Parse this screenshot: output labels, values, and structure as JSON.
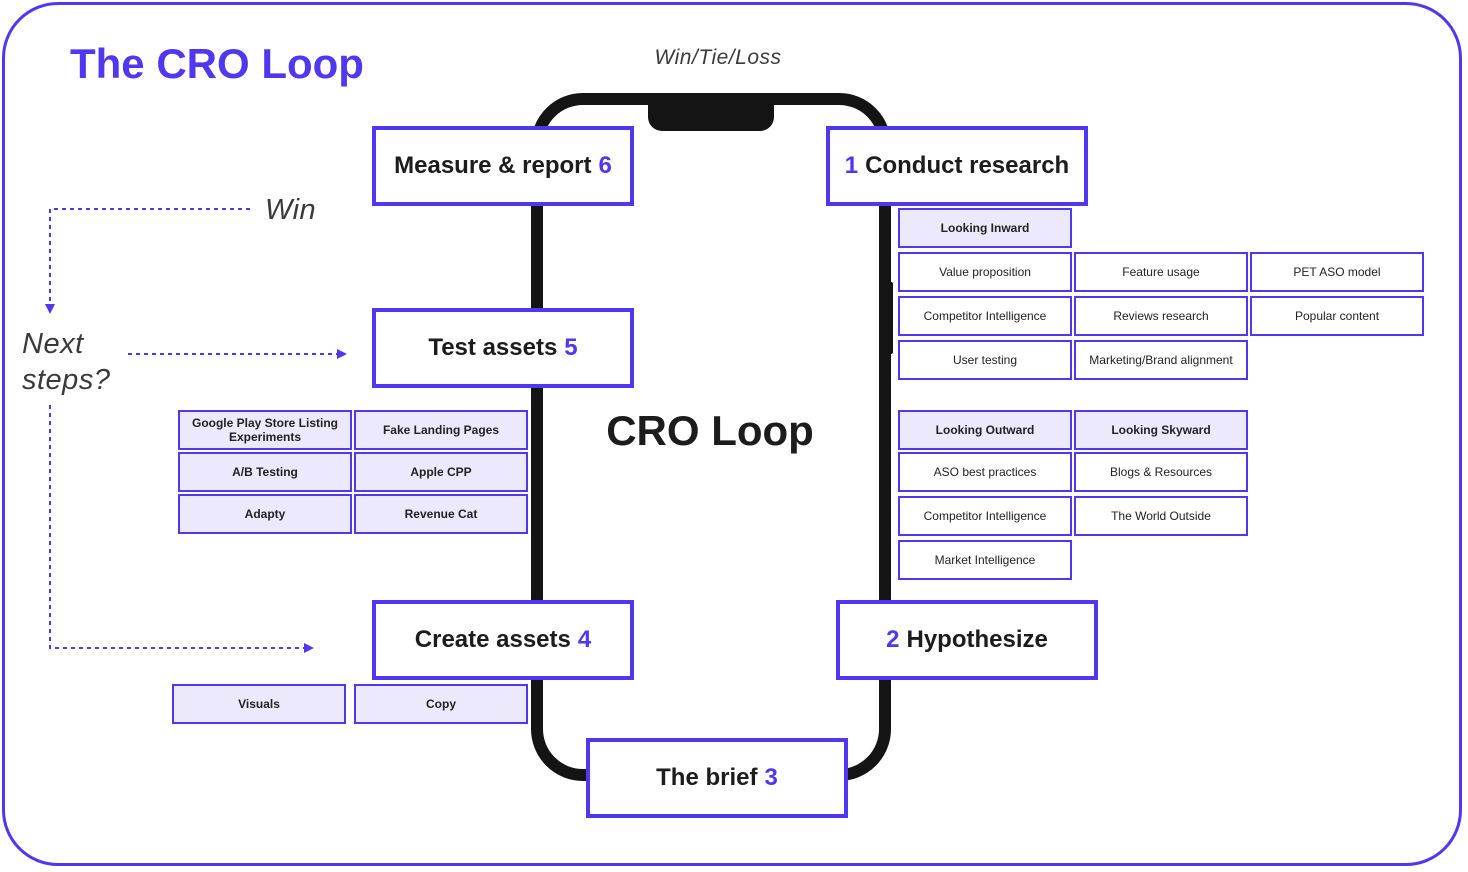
{
  "title": "The CRO Loop",
  "win_tie_loss": "Win/Tie/Loss",
  "win_label": "Win",
  "next_steps": [
    "Next",
    "steps?"
  ],
  "center_label": "CRO Loop",
  "colors": {
    "accent": "#4f38f0",
    "chip_fill": "#ece9fd",
    "phone": "#141414"
  },
  "steps": {
    "research": {
      "num": "1",
      "label": "Conduct research"
    },
    "hypothesize": {
      "num": "2",
      "label": "Hypothesize"
    },
    "brief": {
      "num": "3",
      "label": "The brief"
    },
    "create": {
      "num": "4",
      "label": "Create assets"
    },
    "test": {
      "num": "5",
      "label": "Test assets"
    },
    "measure": {
      "num": "6",
      "label": "Measure & report"
    }
  },
  "research": {
    "inward_header": "Looking Inward",
    "inward": [
      "Value proposition",
      "Feature usage",
      "PET ASO model",
      "Competitor Intelligence",
      "Reviews research",
      "Popular content",
      "User testing",
      "Marketing/Brand alignment"
    ],
    "outward_header": "Looking Outward",
    "skyward_header": "Looking Skyward",
    "outward": [
      "ASO best practices",
      "Competitor Intelligence",
      "Market Intelligence"
    ],
    "skyward": [
      "Blogs & Resources",
      "The World Outside"
    ]
  },
  "test_tools": [
    "Google Play Store Listing Experiments",
    "Fake Landing Pages",
    "A/B Testing",
    "Apple CPP",
    "Adapty",
    "Revenue Cat"
  ],
  "create_items": [
    "Visuals",
    "Copy"
  ]
}
